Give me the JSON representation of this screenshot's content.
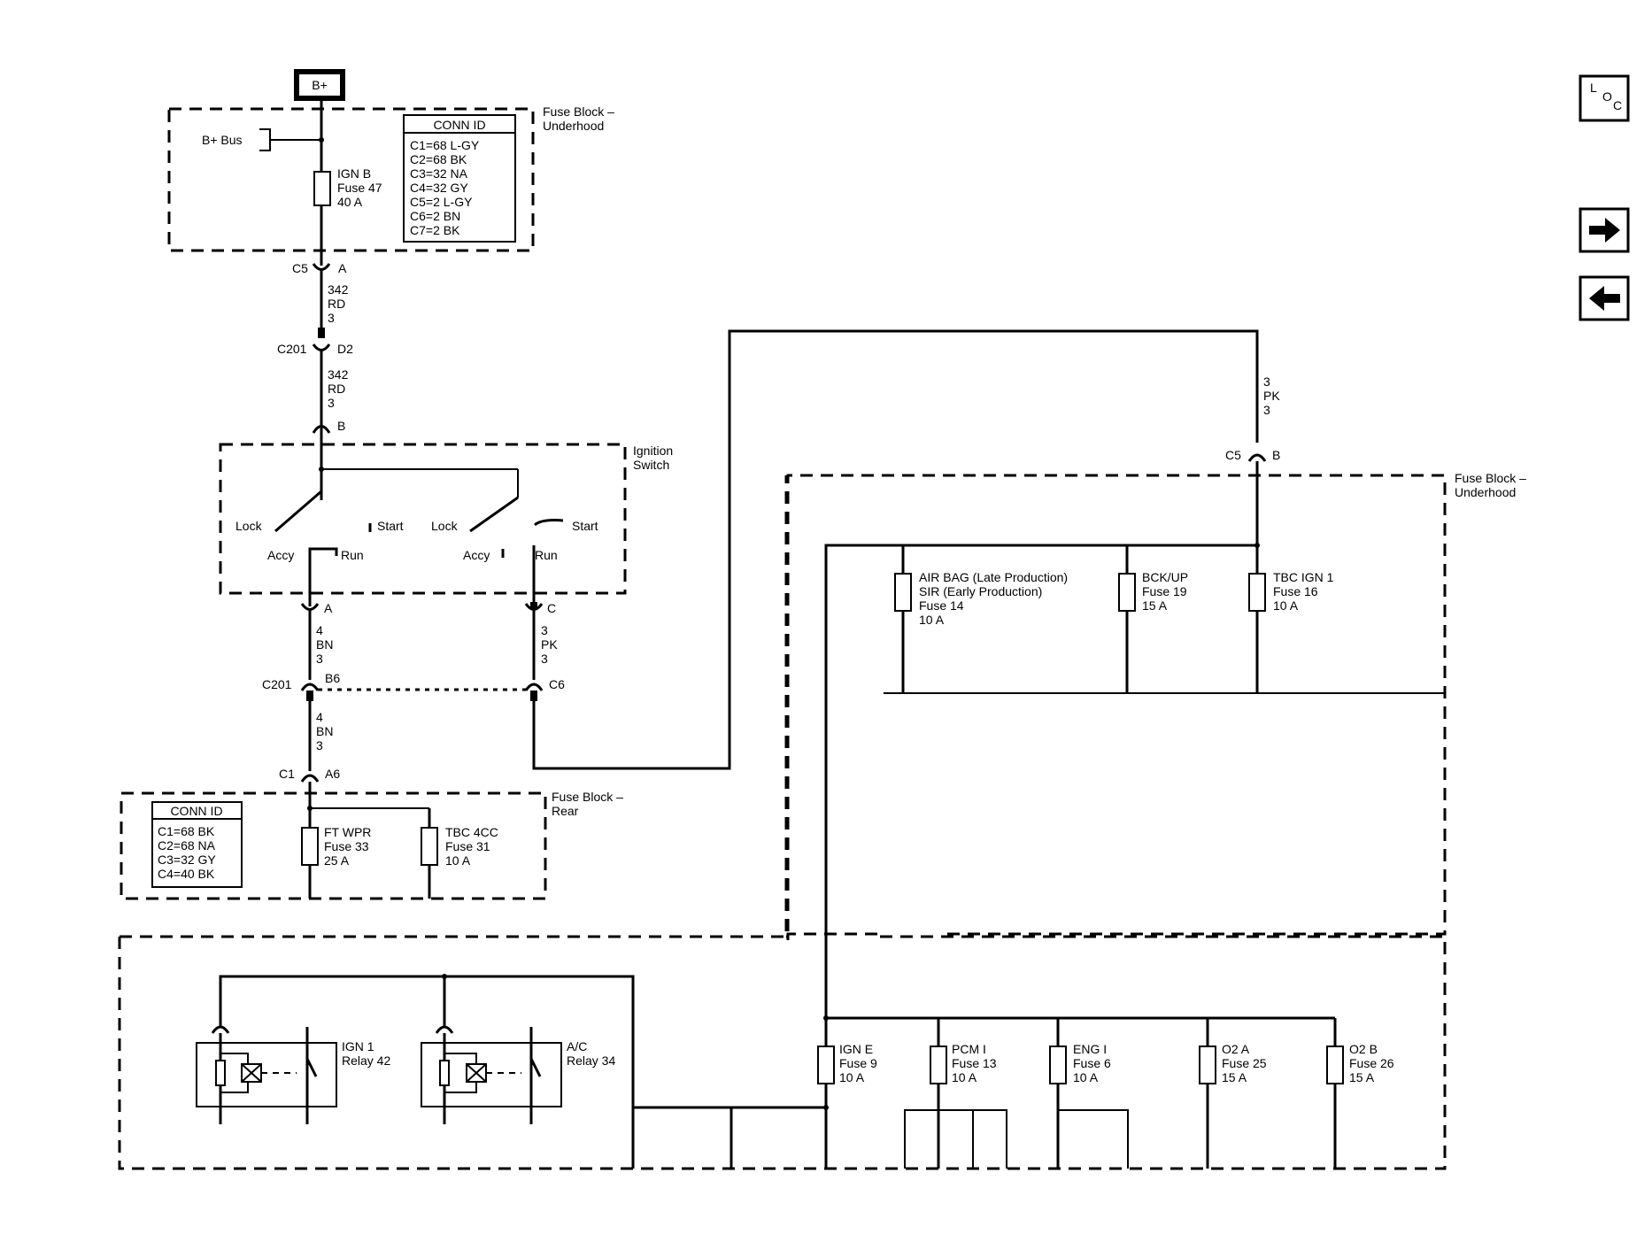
{
  "source": {
    "label": "B+",
    "bus_label": "B+ Bus"
  },
  "blocks": {
    "underhood_top": "Fuse Block –\nUnderhood",
    "ignition": "Ignition\nSwitch",
    "underhood_right": "Fuse Block –\nUnderhood",
    "rear": "Fuse Block –\nRear"
  },
  "conn_id_top": {
    "title": "CONN ID",
    "rows": [
      "C1=68 L-GY",
      "C2=68 BK",
      "C3=32 NA",
      "C4=32 GY",
      "C5=2 L-GY",
      "C6=2 BN",
      "C7=2 BK"
    ]
  },
  "conn_id_rear": {
    "title": "CONN ID",
    "rows": [
      "C1=68 BK",
      "C2=68 NA",
      "C3=32 GY",
      "C4=40 BK"
    ]
  },
  "fuses": {
    "ign_b": "IGN B\nFuse 47\n40 A",
    "air_bag": "AIR BAG (Late Production)\nSIR (Early Production)\nFuse 14\n10 A",
    "bck_up": "BCK/UP\nFuse 19\n15 A",
    "tbc_ign1": "TBC IGN 1\nFuse 16\n10 A",
    "ft_wpr": "FT WPR\nFuse 33\n25 A",
    "tbc_4cc": "TBC 4CC\nFuse 31\n10 A",
    "ign_e": "IGN E\nFuse 9\n10 A",
    "pcm_i": "PCM I\nFuse 13\n10 A",
    "eng_i": "ENG I\nFuse 6\n10 A",
    "o2a": "O2 A\nFuse 25\n15 A",
    "o2b": "O2 B\nFuse 26\n15 A"
  },
  "relays": {
    "ign1": "IGN 1\nRelay 42",
    "ac": "A/C\nRelay 34"
  },
  "connectors": {
    "c5_a_conn": "C5",
    "c5_a_pin": "A",
    "c201_d2_conn": "C201",
    "c201_d2_pin": "D2",
    "sw_b_pin": "B",
    "sw_a_pin": "A",
    "sw_c_pin": "C",
    "c201_b6_conn": "C201",
    "c201_b6_pin": "B6",
    "c6_pin": "C6",
    "c1_conn": "C1",
    "c1_pin": "A6",
    "c5_b_conn": "C5",
    "c5_b_pin": "B"
  },
  "wires": {
    "w342_upper": "342\nRD\n3",
    "w342_lower": "342\nRD\n3",
    "w4bn_upper": "4\nBN\n3",
    "w3pk_left": "3\nPK\n3",
    "w4bn_lower": "4\nBN\n3",
    "w3pk_right": "3\nPK\n3"
  },
  "switch": {
    "lock1": "Lock",
    "start1": "Start",
    "accy1": "Accy",
    "run1": "Run",
    "lock2": "Lock",
    "start2": "Start",
    "accy2": "Accy",
    "run2": "Run"
  },
  "nav": {
    "loc": [
      "L",
      "O",
      "C"
    ],
    "forward_icon": "arrow-right",
    "back_icon": "arrow-left"
  }
}
